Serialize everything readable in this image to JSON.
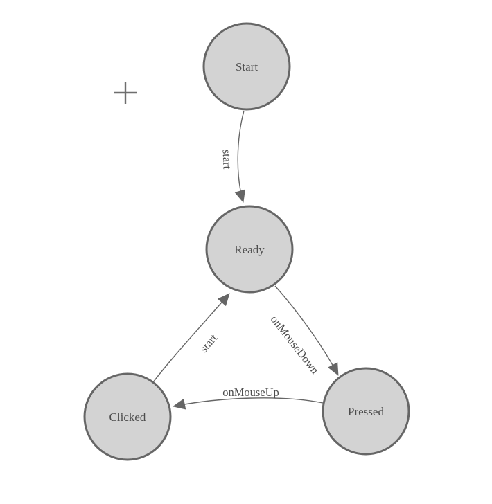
{
  "diagram": {
    "description": "Mouse button finite state machine diagram",
    "colors": {
      "background": "#ffffff",
      "node_fill": "#d3d3d3",
      "node_stroke": "#666666",
      "edge_stroke": "#666666",
      "arrow_fill": "#666666",
      "label_color": "#4d4d4d",
      "cursor_color": "#6e6e6e"
    },
    "nodes": [
      {
        "id": "start",
        "label": "Start"
      },
      {
        "id": "ready",
        "label": "Ready"
      },
      {
        "id": "clicked",
        "label": "Clicked"
      },
      {
        "id": "pressed",
        "label": "Pressed"
      }
    ],
    "edges": [
      {
        "from": "Start",
        "to": "Ready",
        "label": "start"
      },
      {
        "from": "Clicked",
        "to": "Ready",
        "label": "start"
      },
      {
        "from": "Ready",
        "to": "Pressed",
        "label": "onMouseDown"
      },
      {
        "from": "Pressed",
        "to": "Clicked",
        "label": "onMouseUp"
      }
    ]
  }
}
